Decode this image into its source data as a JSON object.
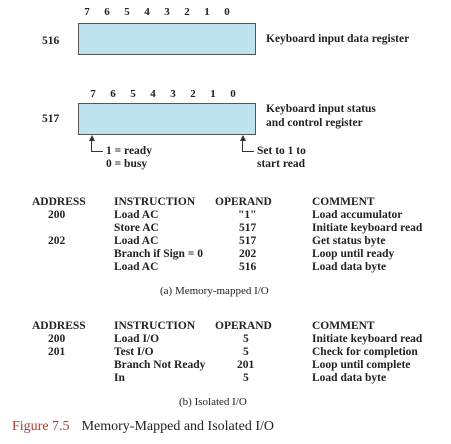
{
  "register_516": {
    "bits": [
      "7",
      "6",
      "5",
      "4",
      "3",
      "2",
      "1",
      "0"
    ],
    "address": "516",
    "label": "Keyboard input data register"
  },
  "register_517": {
    "bits": [
      "7",
      "6",
      "5",
      "4",
      "3",
      "2",
      "1",
      "0"
    ],
    "address": "517",
    "label_line1": "Keyboard input status",
    "label_line2": "and control register",
    "left_note_line1": "1 = ready",
    "left_note_line2": "0 = busy",
    "right_note_line1": "Set to 1 to",
    "right_note_line2": "start read"
  },
  "table_a": {
    "headers": [
      "ADDRESS",
      "INSTRUCTION",
      "OPERAND",
      "COMMENT"
    ],
    "rows": [
      [
        "200",
        "Load AC",
        "\"1\"",
        "Load accumulator"
      ],
      [
        "",
        "Store AC",
        "517",
        "Initiate keyboard read"
      ],
      [
        "202",
        "Load AC",
        "517",
        "Get status byte"
      ],
      [
        "",
        "Branch if Sign = 0",
        "202",
        "Loop until ready"
      ],
      [
        "",
        "Load AC",
        "516",
        "Load data byte"
      ]
    ],
    "caption": "(a) Memory-mapped I/O"
  },
  "table_b": {
    "headers": [
      "ADDRESS",
      "INSTRUCTION",
      "OPERAND",
      "COMMENT"
    ],
    "rows": [
      [
        "200",
        "Load I/O",
        "5",
        "Initiate keyboard read"
      ],
      [
        "201",
        "Test I/O",
        "5",
        "Check for completion"
      ],
      [
        "",
        "Branch Not Ready",
        "201",
        "Loop until complete"
      ],
      [
        "",
        "In",
        "5",
        "Load data byte"
      ]
    ],
    "caption": "(b) Isolated I/O"
  },
  "figure": {
    "number": "Figure 7.5",
    "title": "Memory-Mapped and Isolated I/O"
  }
}
